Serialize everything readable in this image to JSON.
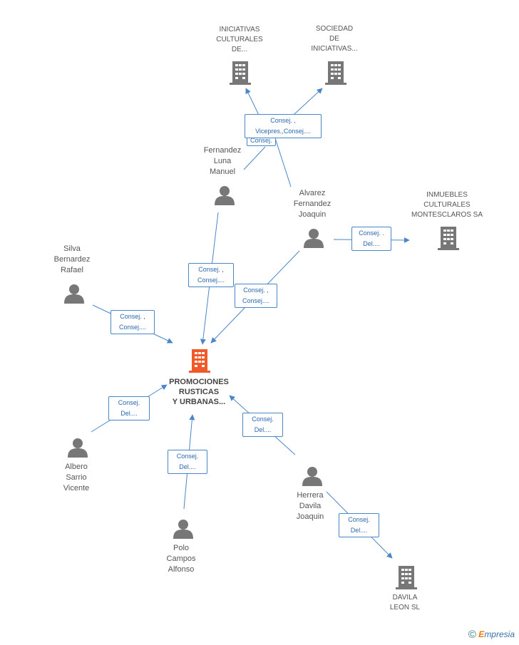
{
  "nodes": {
    "main": {
      "label": "PROMOCIONES\nRUSTICAS\nY URBANAS..."
    },
    "iniciativas": {
      "label": "INICIATIVAS\nCULTURALES\nDE..."
    },
    "sociedad": {
      "label": "SOCIEDAD\nDE\nINICIATIVAS..."
    },
    "inmuebles": {
      "label": "INMUEBLES\nCULTURALES\nMONTESCLAROS SA"
    },
    "davila": {
      "label": "DAVILA\nLEON SL"
    },
    "fernandez": {
      "label": "Fernandez\nLuna\nManuel"
    },
    "alvarez": {
      "label": "Alvarez\nFernandez\nJoaquin"
    },
    "silva": {
      "label": "Silva\nBernardez\nRafael"
    },
    "albero": {
      "label": "Albero\nSarrio\nVicente"
    },
    "polo": {
      "label": "Polo\nCampos\nAlfonso"
    },
    "herrera": {
      "label": "Herrera\nDavila\nJoaquin"
    }
  },
  "edges": {
    "top_main": "Consej. ,\nVicepres.,Consej....",
    "top_sub": "Consej.",
    "alvarez_inmuebles": "Consej. .\nDel....",
    "fernandez_main": "Consej. ,\nConsej....",
    "alvarez_main": "Consej. ,\nConsej....",
    "silva_main": "Consej. ,\nConsej....",
    "albero_main": "Consej.\nDel....",
    "polo_main": "Consej.\nDel....",
    "herrera_main": "Consej.\nDel....",
    "herrera_davila": "Consej.\nDel...."
  },
  "footer": {
    "copyright": "©",
    "brand_first": "E",
    "brand_rest": "mpresia"
  },
  "colors": {
    "main_company": "#f05a28",
    "company": "#777777",
    "person": "#777777",
    "edge": "#4a86c8"
  }
}
